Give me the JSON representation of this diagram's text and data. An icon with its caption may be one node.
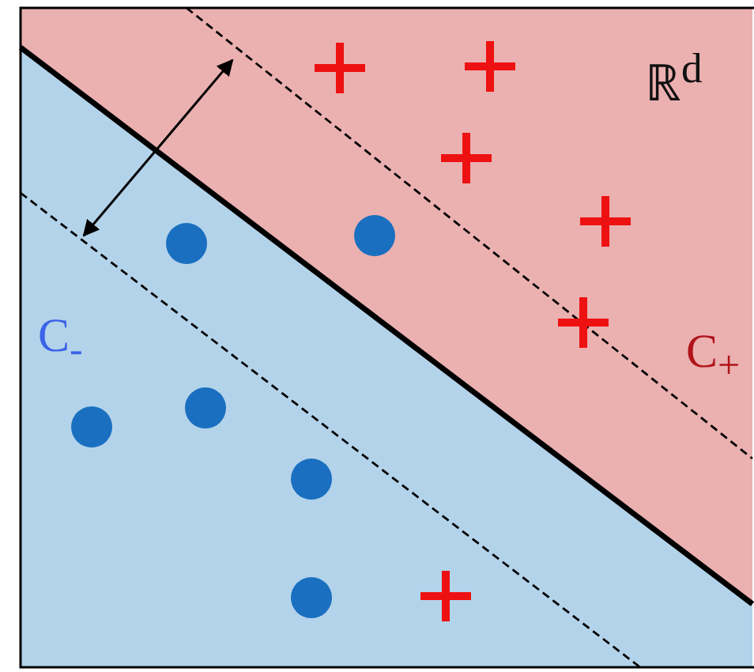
{
  "diagram": {
    "labels": [
      "ℝ$^{d}$",
      "C$_{-}$",
      "C$_{+}$"
    ]
  }
}
